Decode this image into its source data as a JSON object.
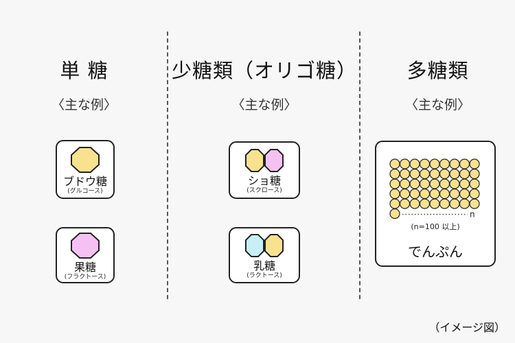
{
  "columns": [
    {
      "title": "単 糖",
      "subtitle": "〈主な例〉",
      "examples": [
        {
          "name": "ブドウ糖",
          "reading": "(グルコース)",
          "colors": [
            "#f9e28e"
          ]
        },
        {
          "name": "果糖",
          "reading": "(フラクトース)",
          "colors": [
            "#f5c1f2"
          ]
        }
      ]
    },
    {
      "title": "少糖類（オリゴ糖）",
      "subtitle": "〈主な例〉",
      "examples": [
        {
          "name": "ショ糖",
          "reading": "(スクロース)",
          "colors": [
            "#f9e28e",
            "#f5c1f2"
          ]
        },
        {
          "name": "乳糖",
          "reading": "(ラクトース)",
          "colors": [
            "#c8eff6",
            "#f9e28e"
          ]
        }
      ]
    },
    {
      "title": "多糖類",
      "subtitle": "〈主な例〉",
      "example": {
        "name": "でんぷん",
        "end_label": "n",
        "count_note": "(n=100 以上)",
        "color": "#f9e28e"
      }
    }
  ],
  "footnote": "（イメージ図）",
  "colors": {
    "glucose": "#f9e28e",
    "fructose": "#f5c1f2",
    "galactose": "#c8eff6",
    "outline": "#222222"
  }
}
